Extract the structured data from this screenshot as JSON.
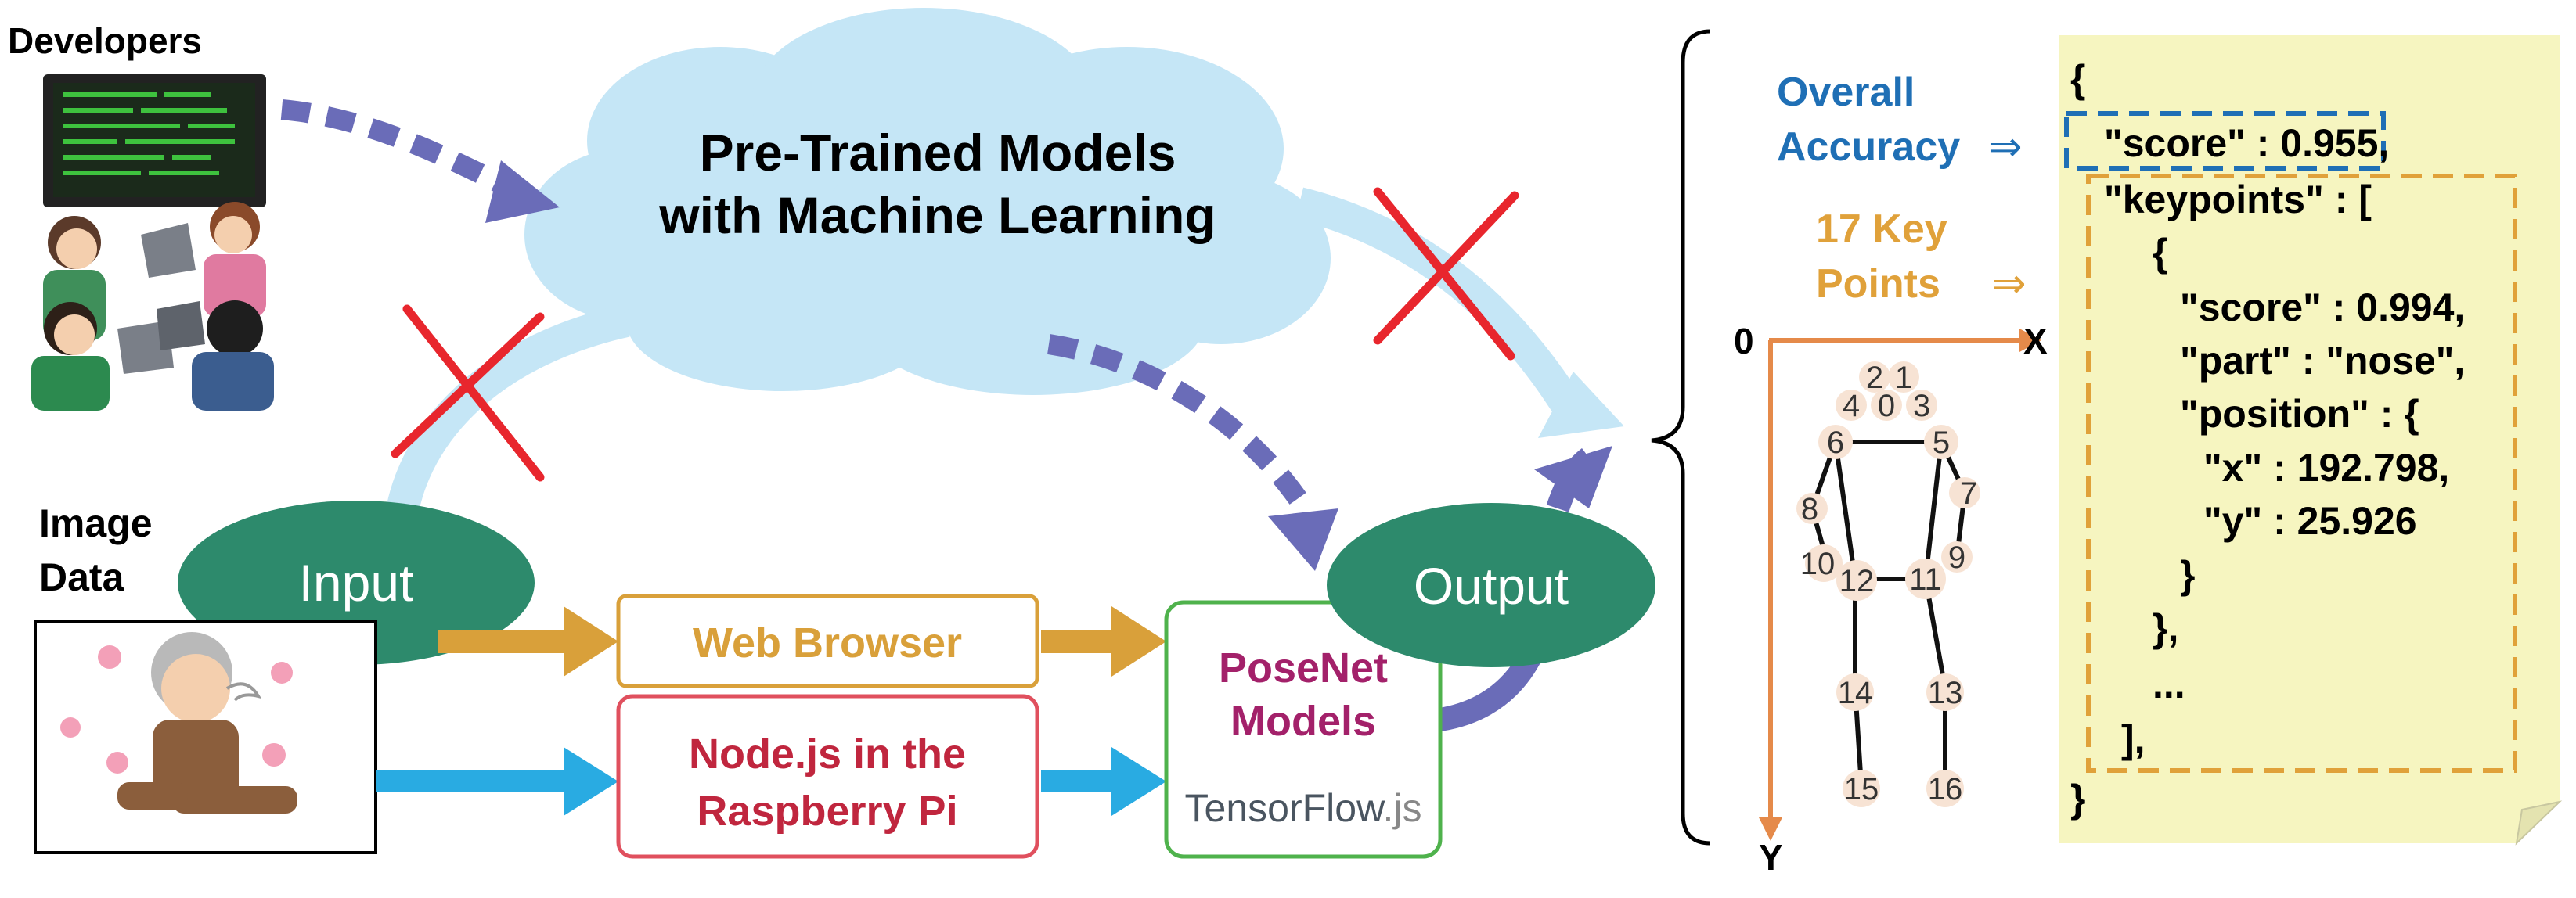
{
  "developers": {
    "label": "Developers"
  },
  "image_data": {
    "label_line1": "Image",
    "label_line2": "Data"
  },
  "cloud": {
    "line1": "Pre-Trained Models",
    "line2": "with Machine Learning"
  },
  "input_node": {
    "label": "Input"
  },
  "output_node": {
    "label": "Output"
  },
  "web_browser": {
    "label": "Web Browser"
  },
  "nodejs": {
    "line1": "Node.js in the",
    "line2": "Raspberry Pi"
  },
  "posenet": {
    "line1": "PoseNet",
    "line2": "Models",
    "tf_main": "TensorFlow",
    "tf_suffix": ".js"
  },
  "annotations": {
    "overall_line1": "Overall",
    "overall_line2": "Accuracy",
    "keypoints_line1": "17 Key",
    "keypoints_line2": "Points",
    "arrow_glyph": "⇒"
  },
  "skeleton": {
    "origin": "0",
    "x_axis": "X",
    "y_axis": "Y",
    "points": [
      "0",
      "1",
      "2",
      "3",
      "4",
      "5",
      "6",
      "7",
      "8",
      "9",
      "10",
      "11",
      "12",
      "13",
      "14",
      "15",
      "16"
    ]
  },
  "json_output": {
    "lines": [
      "{",
      "\"score\" : 0.955,",
      "\"keypoints\" : [",
      "{",
      "\"score\" : 0.994,",
      "\"part\" : \"nose\",",
      "\"position\" : {",
      "\"x\" : 192.798,",
      "\"y\" : 25.926",
      "}",
      "},",
      "...",
      "],",
      "}"
    ]
  },
  "colors": {
    "cloud": "#c5e6f6",
    "ellipse": "#2d8a6c",
    "gold": "#d9a03a",
    "red": "#c0263e",
    "blue_arrow": "#29abe2",
    "purple_arrow": "#6a6cb8",
    "cross": "#e8262d",
    "green_border": "#4fb24c",
    "annotation_blue": "#1f6fb5",
    "annotation_gold": "#e0a13a",
    "axis_orange": "#e58a4a",
    "note_fill": "#f6f5c0"
  }
}
